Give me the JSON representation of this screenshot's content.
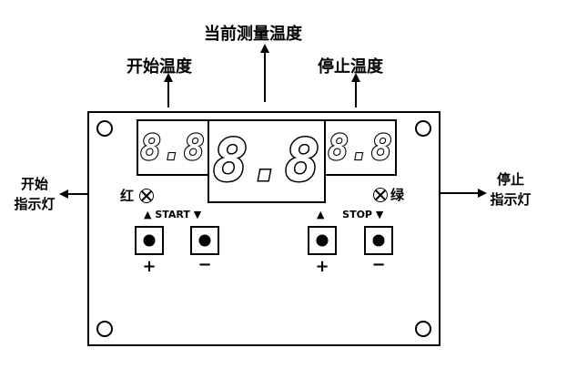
{
  "labels": {
    "current_temp": "当前测量温度",
    "start_temp": "开始温度",
    "stop_temp": "停止温度",
    "start_indicator_line1": "开始",
    "start_indicator_line2": "指示灯",
    "stop_indicator_line1": "停止",
    "stop_indicator_line2": "指示灯"
  },
  "displays": {
    "start": "8.8",
    "current": "8.8",
    "stop": "8.8"
  },
  "leds": {
    "red_label": "红",
    "green_label": "绿"
  },
  "buttons": {
    "start_caption": "START",
    "stop_caption": "STOP",
    "up_symbol": "▲",
    "down_symbol": "▼",
    "plus": "+",
    "minus": "−"
  }
}
